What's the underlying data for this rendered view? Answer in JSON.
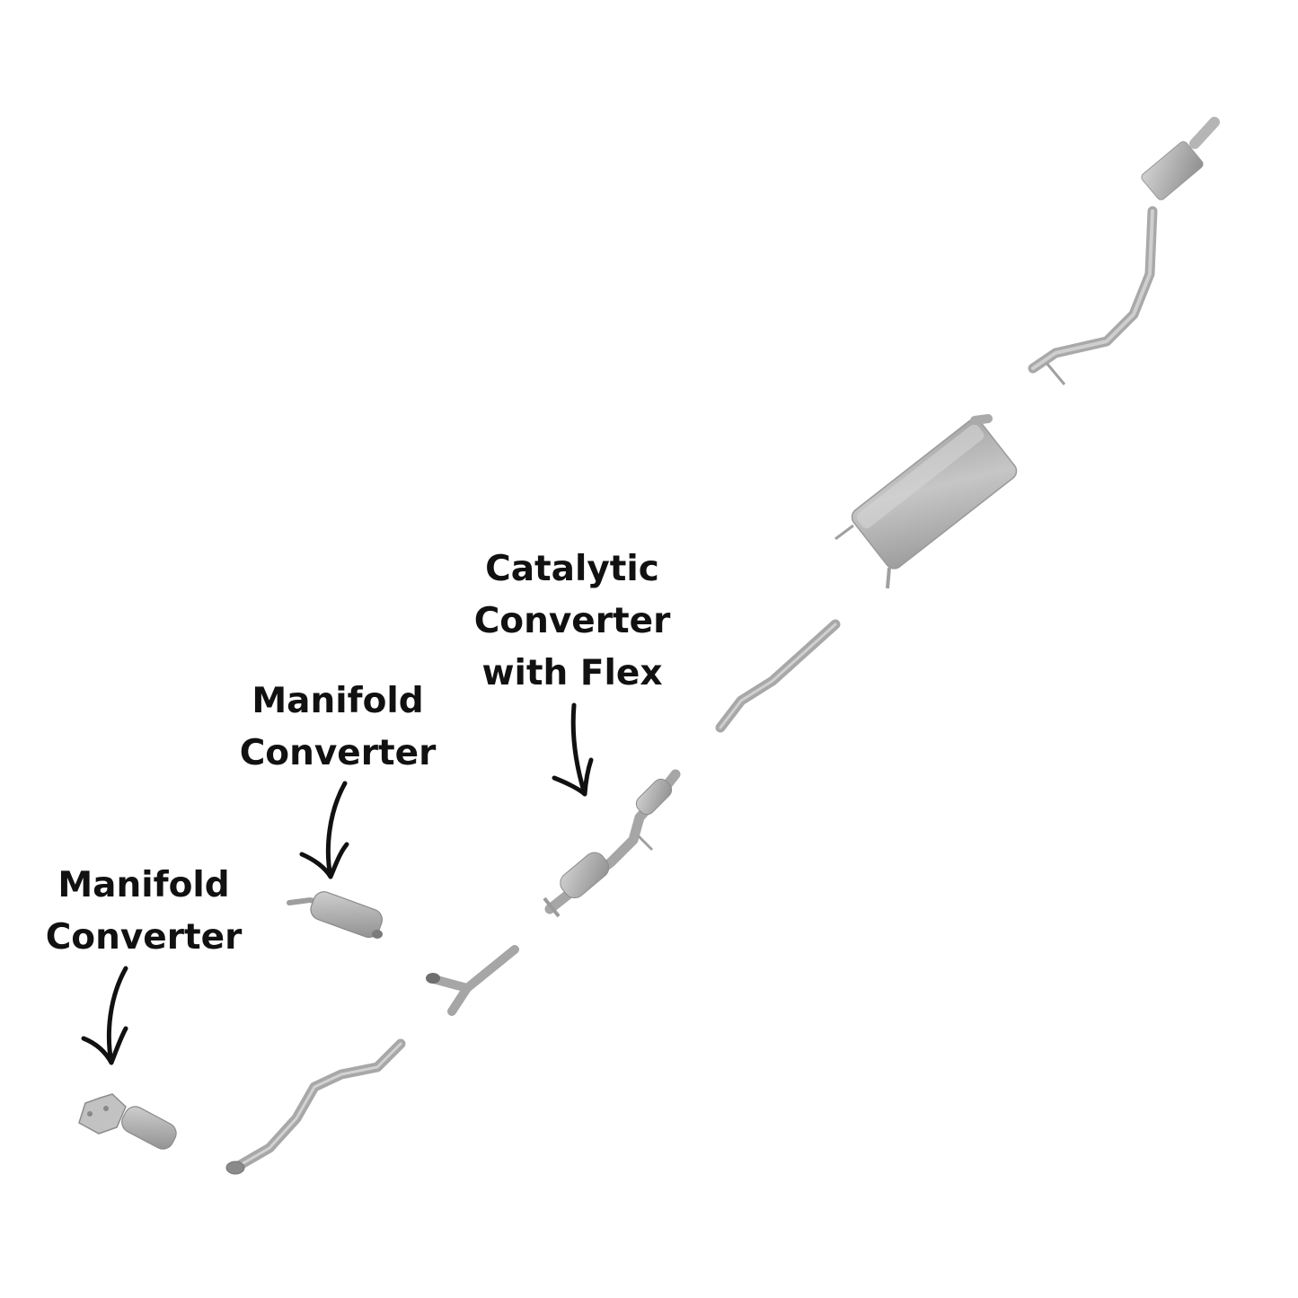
{
  "callouts": {
    "manifold_converter_1": {
      "line1": "Manifold",
      "line2": "Converter"
    },
    "manifold_converter_2": {
      "line1": "Manifold",
      "line2": "Converter"
    },
    "catalytic_converter_flex": {
      "line1": "Catalytic",
      "line2": "Converter",
      "line3": "with Flex"
    }
  },
  "colors": {
    "pipe": "#b4b4b4",
    "pipe_shadow": "#8e8e8e",
    "highlight": "#d6d6d6",
    "label": "#111111",
    "background": "#ffffff"
  }
}
